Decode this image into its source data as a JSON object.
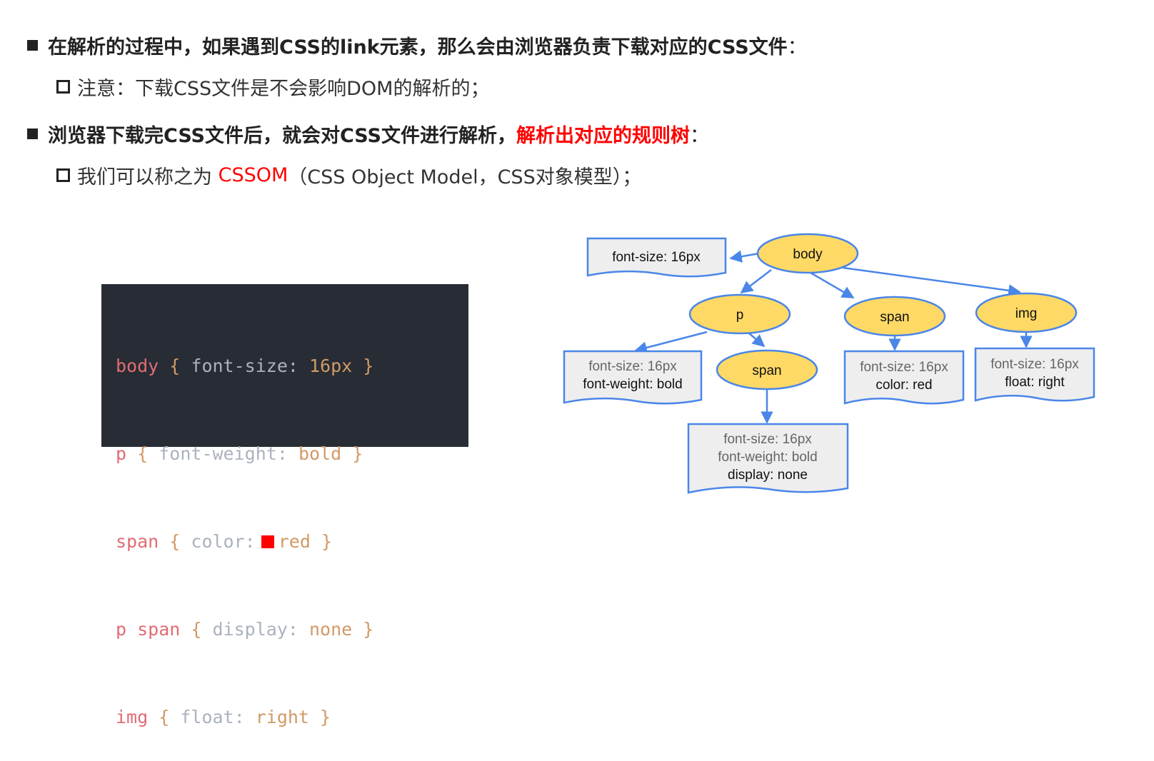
{
  "bullets": {
    "b1": {
      "text": "在解析的过程中，如果遇到CSS的link元素，那么会由浏览器负责下载对应的CSS文件",
      "colon": "："
    },
    "b1_sub": {
      "text": "注意：下载CSS文件是不会影响DOM的解析的；"
    },
    "b2": {
      "text": "浏览器下载完CSS文件后，就会对CSS文件进行解析，",
      "highlight": "解析出对应的规则树",
      "colon": "："
    },
    "b2_sub": {
      "prefix": "我们可以称之为 ",
      "highlight": "CSSOM",
      "suffix": "（CSS Object Model，CSS对象模型）；"
    }
  },
  "code": {
    "lines": [
      {
        "selector": "body",
        "open": "{",
        "prop": "font-size:",
        "value": "16px",
        "close": "}"
      },
      {
        "selector": "p",
        "open": "{",
        "prop": "font-weight:",
        "value": "bold",
        "close": "}"
      },
      {
        "selector": "span",
        "open": "{",
        "prop": "color:",
        "value": "red",
        "close": "}",
        "swatch": "#ff0000"
      },
      {
        "selector": "p span",
        "open": "{",
        "prop": "display:",
        "value": "none",
        "close": "}"
      },
      {
        "selector": "img",
        "open": "{",
        "prop": "float:",
        "value": "right",
        "close": "}"
      }
    ]
  },
  "tree": {
    "nodes": {
      "body": "body",
      "p": "p",
      "span_top": "span",
      "img": "img",
      "span_nested": "span"
    },
    "boxes": {
      "body_box": {
        "lines": [
          {
            "text": "font-size: 16px",
            "tone": "black"
          }
        ]
      },
      "p_box": {
        "lines": [
          {
            "text": "font-size: 16px",
            "tone": "gray"
          },
          {
            "text": "font-weight: bold",
            "tone": "black"
          }
        ]
      },
      "span_box": {
        "lines": [
          {
            "text": "font-size: 16px",
            "tone": "gray"
          },
          {
            "text": "color: red",
            "tone": "black"
          }
        ]
      },
      "img_box": {
        "lines": [
          {
            "text": "font-size: 16px",
            "tone": "gray"
          },
          {
            "text": "float: right",
            "tone": "black"
          }
        ]
      },
      "nested_box": {
        "lines": [
          {
            "text": "font-size: 16px",
            "tone": "gray"
          },
          {
            "text": "font-weight: bold",
            "tone": "gray"
          },
          {
            "text": "display: none",
            "tone": "black"
          }
        ]
      }
    },
    "colors": {
      "node_fill": "#ffd966",
      "stroke": "#4a86e8",
      "box_fill": "#eeeeee"
    }
  }
}
